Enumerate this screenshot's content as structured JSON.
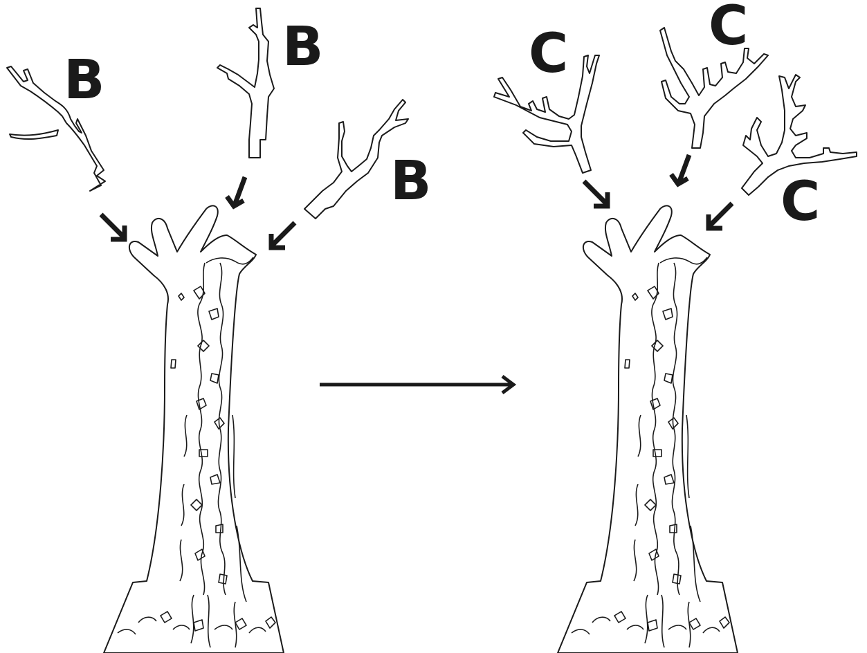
{
  "before": {
    "scion_labels": [
      "B",
      "B",
      "B"
    ]
  },
  "after": {
    "scion_labels": [
      "C",
      "C",
      "C"
    ]
  },
  "colors": {
    "line": "#1a1a1a",
    "background": "#ffffff"
  }
}
